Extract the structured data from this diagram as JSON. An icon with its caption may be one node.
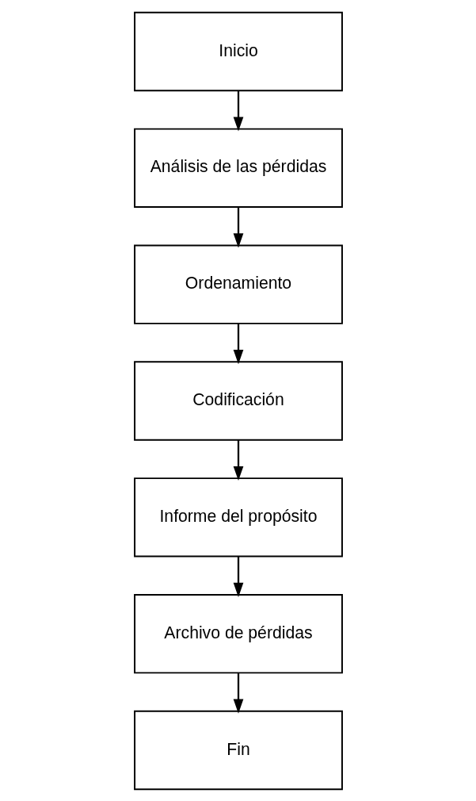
{
  "diagram": {
    "nodes": [
      {
        "text": [
          "Inicio"
        ]
      },
      {
        "text": [
          "Análisis de las pérdidas"
        ]
      },
      {
        "text": [
          "Ordenamiento"
        ]
      },
      {
        "text": [
          "Codificación"
        ]
      },
      {
        "text": [
          "Informe del propósito"
        ]
      },
      {
        "text": [
          "Archivo de pérdidas"
        ]
      },
      {
        "text": [
          "Fin"
        ]
      }
    ],
    "edges": [
      {
        "from": 0,
        "to": 1,
        "arrow": "to"
      },
      {
        "from": 1,
        "to": 2,
        "arrow": "to"
      },
      {
        "from": 2,
        "to": 3,
        "arrow": "to"
      },
      {
        "from": 3,
        "to": 4,
        "arrow": "to"
      },
      {
        "from": 4,
        "to": 5,
        "arrow": "to"
      },
      {
        "from": 5,
        "to": 6,
        "arrow": "to"
      }
    ]
  }
}
